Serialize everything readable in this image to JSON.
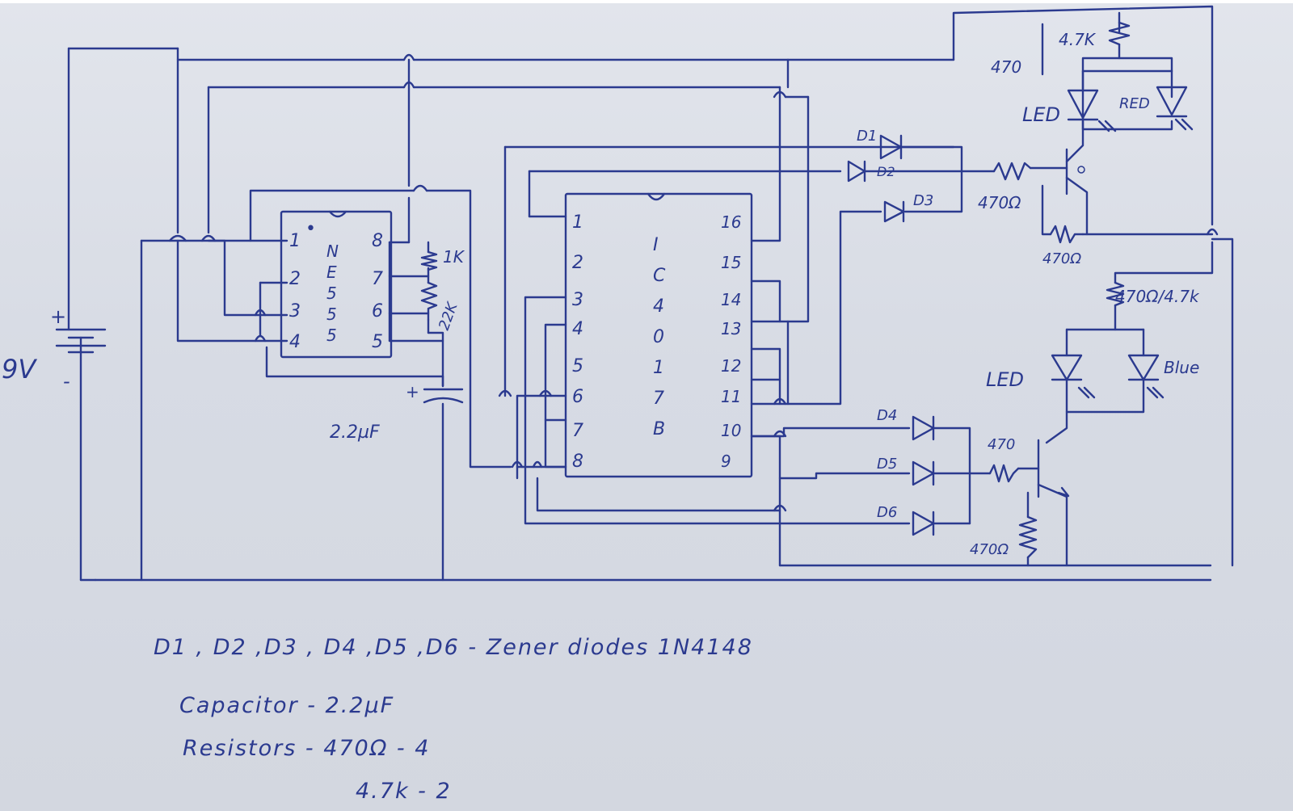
{
  "battery": {
    "label": "9V",
    "plus": "+",
    "minus": "-"
  },
  "ne555": {
    "name_letters": [
      "N",
      "E",
      "5",
      "5",
      "5"
    ],
    "pins_left": [
      "1",
      "2",
      "3",
      "4"
    ],
    "pins_right": [
      "8",
      "7",
      "6",
      "5"
    ],
    "pin1_dot": "•"
  },
  "ic4017": {
    "name_letters": [
      "I",
      "C",
      "4",
      "0",
      "1",
      "7",
      "B"
    ],
    "pins_left": [
      "1",
      "2",
      "3",
      "4",
      "5",
      "6",
      "7",
      "8"
    ],
    "pins_right": [
      "16",
      "15",
      "14",
      "13",
      "12",
      "11",
      "10",
      "9"
    ]
  },
  "labels": {
    "r_1k": "1K",
    "r_22k": "22K",
    "cap": "2.2µF",
    "cap_plus": "+",
    "cap_minus": "_",
    "top_470": "470",
    "top_4k7": "4.7K",
    "led_top": "LED",
    "red": "RED",
    "d1": "D1",
    "d2": "D2",
    "d3": "D3",
    "r_base_top": "470Ω",
    "r_emitter_top": "470Ω",
    "r_mid": "470Ω/4.7k",
    "led_bottom": "LED",
    "blue": "Blue",
    "d4": "D4",
    "d5": "D5",
    "d6": "D6",
    "r_base_bottom": "470",
    "r_emitter_bottom": "470Ω"
  },
  "notes": {
    "line1": "D1 , D2 ,D3 , D4 ,D5 ,D6  -  Zener diodes   1N4148",
    "line2": "Capacitor - 2.2µF",
    "line3": "Resistors  -  470Ω - 4",
    "line4": "4.7k  - 2"
  },
  "colors": {
    "ink": "#2b3a8f",
    "paper": "#dcdfe7"
  }
}
